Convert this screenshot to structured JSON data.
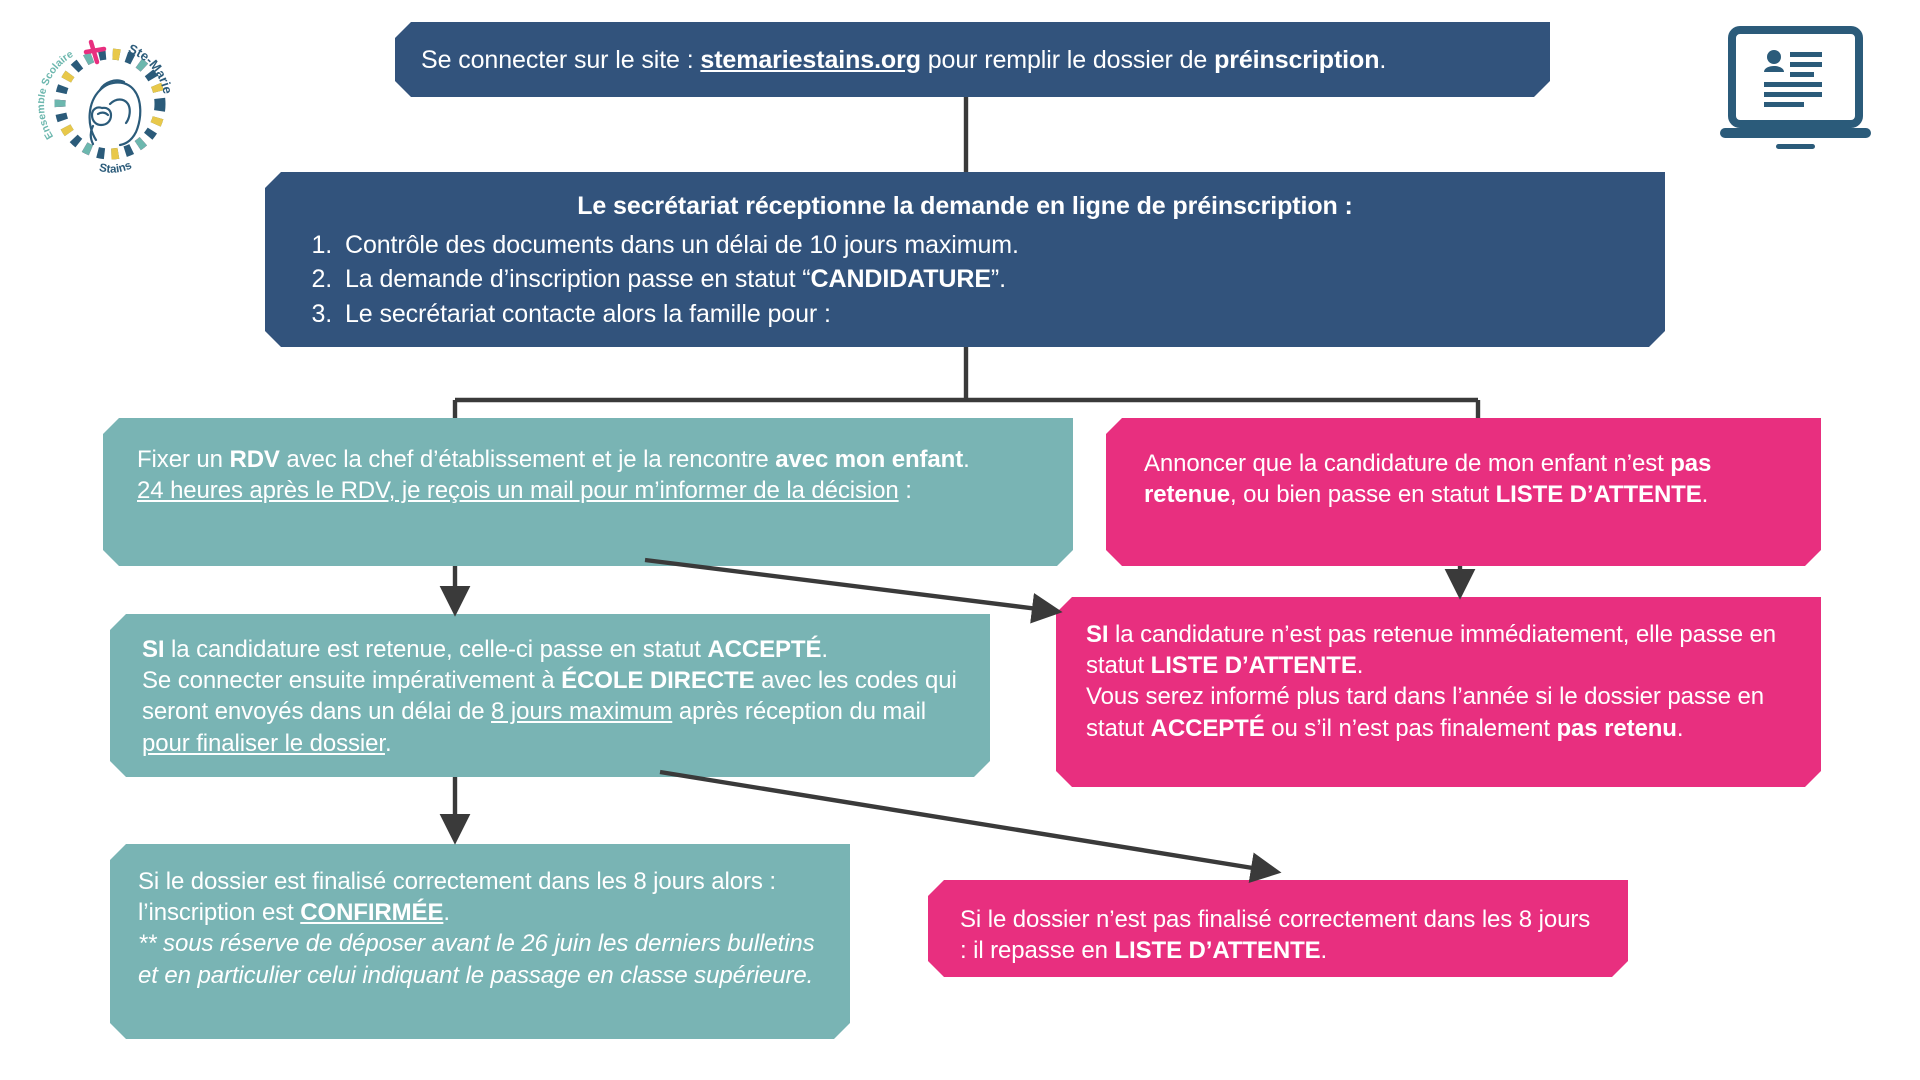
{
  "logo": {
    "name": "ste-marie-stains-logo",
    "top_text": "Ste-Marie",
    "left_text": "Ensemble Scolaire",
    "bottom_text": "Stains"
  },
  "icons": {
    "laptop": "laptop-registration-icon"
  },
  "colors": {
    "navy": "#32537c",
    "teal": "#79b4b4",
    "pink": "#e82f7f",
    "connector": "#3a3a3a",
    "background": "#ffffff"
  },
  "nodes": {
    "site": {
      "color": "navy",
      "text_plain": "Se connecter sur le site : stemariestains.org pour remplir le dossier de préinscription.",
      "parts": [
        {
          "t": "Se connecter sur le site : ",
          "style": "normal"
        },
        {
          "t": "stemariestains.org",
          "style": "bold-underline"
        },
        {
          "t": " pour remplir le dossier de ",
          "style": "normal"
        },
        {
          "t": "préinscription",
          "style": "bold"
        },
        {
          "t": ".",
          "style": "normal"
        }
      ]
    },
    "secretariat": {
      "color": "navy",
      "title": "Le secrétariat réceptionne la demande en ligne de préinscription :",
      "items": [
        {
          "text_plain": "Contrôle des documents dans un délai de 10 jours maximum.",
          "parts": [
            {
              "t": "Contrôle des documents dans un délai de 10 jours maximum.",
              "style": "normal"
            }
          ]
        },
        {
          "text_plain": "La demande d’inscription passe en statut “CANDIDATURE”.",
          "parts": [
            {
              "t": "La demande d’inscription passe en statut “",
              "style": "normal"
            },
            {
              "t": "CANDIDATURE",
              "style": "bold"
            },
            {
              "t": "”.",
              "style": "normal"
            }
          ]
        },
        {
          "text_plain": "Le secrétariat contacte alors la famille pour :",
          "parts": [
            {
              "t": "Le secrétariat contacte alors la famille pour :",
              "style": "normal"
            }
          ]
        }
      ]
    },
    "rdv": {
      "color": "teal",
      "text_plain": "Fixer un RDV avec la chef d’établissement et je la rencontre avec mon enfant. 24 heures après le RDV, je reçois un mail pour m’informer de la décision :",
      "parts": [
        {
          "t": "Fixer un ",
          "style": "normal"
        },
        {
          "t": "RDV",
          "style": "bold"
        },
        {
          "t": " avec la chef d’établissement et je la rencontre ",
          "style": "normal"
        },
        {
          "t": "avec mon enfant",
          "style": "bold"
        },
        {
          "t": ".",
          "style": "normal"
        },
        {
          "t": "\n",
          "style": "break"
        },
        {
          "t": "24 heures après le RDV, je reçois un mail pour m’informer de la décision",
          "style": "underline"
        },
        {
          "t": " :",
          "style": "normal"
        }
      ]
    },
    "refus": {
      "color": "pink",
      "text_plain": "Annoncer que la candidature de mon enfant n’est pas retenue, ou bien passe en statut LISTE D’ATTENTE.",
      "parts": [
        {
          "t": "Annoncer que la candidature de mon enfant n’est ",
          "style": "normal"
        },
        {
          "t": "pas retenue",
          "style": "bold"
        },
        {
          "t": ", ou bien passe en statut ",
          "style": "normal"
        },
        {
          "t": "LISTE D’ATTENTE",
          "style": "bold"
        },
        {
          "t": ".",
          "style": "normal"
        }
      ]
    },
    "accepte": {
      "color": "teal",
      "text_plain": "SI la candidature est retenue, celle-ci passe en statut ACCEPTÉ. Se connecter ensuite impérativement à ÉCOLE DIRECTE avec les codes qui seront envoyés dans un délai de 8 jours maximum après réception du mail pour finaliser le dossier.",
      "parts": [
        {
          "t": "SI",
          "style": "bold"
        },
        {
          "t": " la candidature est retenue, celle-ci passe en statut ",
          "style": "normal"
        },
        {
          "t": "ACCEPTÉ",
          "style": "bold"
        },
        {
          "t": ".",
          "style": "normal"
        },
        {
          "t": "\n",
          "style": "break"
        },
        {
          "t": "Se connecter ensuite impérativement à ",
          "style": "normal"
        },
        {
          "t": "ÉCOLE DIRECTE",
          "style": "bold"
        },
        {
          "t": " avec les codes qui seront envoyés dans un délai de ",
          "style": "normal"
        },
        {
          "t": "8 jours maximum",
          "style": "underline"
        },
        {
          "t": " après réception du mail ",
          "style": "normal"
        },
        {
          "t": "pour finaliser le dossier",
          "style": "underline"
        },
        {
          "t": ".",
          "style": "normal"
        }
      ]
    },
    "attente": {
      "color": "pink",
      "text_plain": "SI la candidature n’est pas retenue immédiatement, elle passe en statut LISTE D’ATTENTE. Vous serez informé plus tard dans l’année si le dossier passe en statut ACCEPTÉ ou s’il n’est pas finalement pas retenu.",
      "parts": [
        {
          "t": "SI",
          "style": "bold"
        },
        {
          "t": " la candidature n’est pas retenue immédiatement, elle passe en statut ",
          "style": "normal"
        },
        {
          "t": "LISTE D’ATTENTE",
          "style": "bold"
        },
        {
          "t": ".",
          "style": "normal"
        },
        {
          "t": "\n",
          "style": "break"
        },
        {
          "t": "Vous serez informé plus tard dans l’année si le dossier passe en statut ",
          "style": "normal"
        },
        {
          "t": "ACCEPTÉ",
          "style": "bold"
        },
        {
          "t": " ou s’il n’est pas finalement ",
          "style": "normal"
        },
        {
          "t": "pas retenu",
          "style": "bold"
        },
        {
          "t": ".",
          "style": "normal"
        }
      ]
    },
    "confirme": {
      "color": "teal",
      "text_plain": "Si le dossier est finalisé correctement dans les 8 jours alors : l’inscription est CONFIRMÉE. ** sous réserve de déposer avant le 26 juin les derniers bulletins et en particulier celui indiquant le passage en classe supérieure.",
      "parts": [
        {
          "t": "Si le dossier est finalisé correctement dans les 8 jours alors : l’inscription est ",
          "style": "normal"
        },
        {
          "t": "CONFIRMÉE",
          "style": "bold-underline"
        },
        {
          "t": ".",
          "style": "normal"
        },
        {
          "t": "\n",
          "style": "break"
        },
        {
          "t": "** sous réserve de déposer avant le 26 juin les derniers bulletins et en particulier celui indiquant le passage en classe supérieure.",
          "style": "italic"
        }
      ]
    },
    "repasse": {
      "color": "pink",
      "text_plain": "Si le dossier n’est pas finalisé correctement dans les 8 jours : il repasse en LISTE D’ATTENTE.",
      "parts": [
        {
          "t": "Si le dossier n’est pas finalisé correctement dans les 8 jours : il repasse en ",
          "style": "normal"
        },
        {
          "t": "LISTE D’ATTENTE",
          "style": "bold"
        },
        {
          "t": ".",
          "style": "normal"
        }
      ]
    }
  },
  "connectors": [
    {
      "name": "site-to-secretariat",
      "from": "site",
      "to": "secretariat",
      "kind": "straight"
    },
    {
      "name": "secretariat-to-branch",
      "from": "secretariat",
      "to": "rdv+refus",
      "kind": "split"
    },
    {
      "name": "rdv-to-accepte",
      "from": "rdv",
      "to": "accepte",
      "kind": "arrow-down"
    },
    {
      "name": "rdv-to-attente",
      "from": "rdv",
      "to": "attente",
      "kind": "arrow-diagonal"
    },
    {
      "name": "refus-to-attente",
      "from": "refus",
      "to": "attente",
      "kind": "arrow-down"
    },
    {
      "name": "accepte-to-confirme",
      "from": "accepte",
      "to": "confirme",
      "kind": "arrow-down"
    },
    {
      "name": "accepte-to-repasse",
      "from": "accepte",
      "to": "repasse",
      "kind": "arrow-diagonal"
    }
  ]
}
